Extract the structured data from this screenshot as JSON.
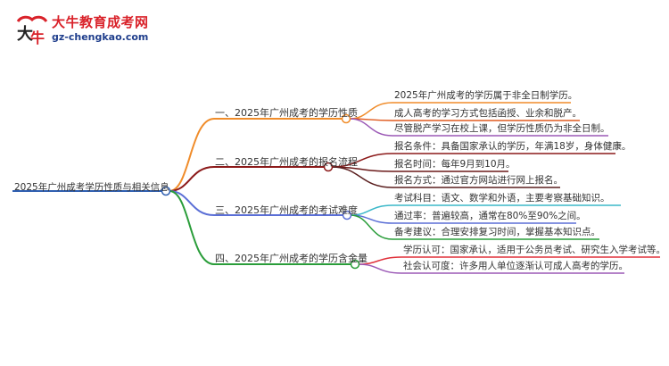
{
  "logo": {
    "name": "大牛教育成考网",
    "url": "gz-chengkao.com"
  },
  "mindmap": {
    "root": "2025年广州成考学历性质与相关信息",
    "branches": [
      {
        "label": "一、2025年广州成考的学历性质",
        "color": "#f08c2a",
        "leaves": [
          {
            "text": "2025年广州成考的学历属于非全日制学历。",
            "color": "#f08c2a"
          },
          {
            "text": "成人高考的学习方式包括函授、业余和脱产。",
            "color": "#e05a1e"
          },
          {
            "text": "尽管脱产学习在校上课，但学历性质仍为非全日制。",
            "color": "#9b59b6"
          }
        ]
      },
      {
        "label": "二、2025年广州成考的报名流程",
        "color": "#8c1a1a",
        "leaves": [
          {
            "text": "报名条件：具备国家承认的学历，年满18岁，身体健康。",
            "color": "#8c1a1a"
          },
          {
            "text": "报名时间：每年9月到10月。",
            "color": "#6b1a1a"
          },
          {
            "text": "报名方式：通过官方网站进行网上报名。",
            "color": "#5a1e1e"
          }
        ]
      },
      {
        "label": "三、2025年广州成考的考试难度",
        "color": "#5b6fd6",
        "leaves": [
          {
            "text": "考试科目：语文、数学和外语，主要考察基础知识。",
            "color": "#3bb8c9"
          },
          {
            "text": "通过率：普遍较高，通常在80%至90%之间。",
            "color": "#5b6fd6"
          },
          {
            "text": "备考建议：合理安排复习时间，掌握基本知识点。",
            "color": "#2a9d3a"
          }
        ]
      },
      {
        "label": "四、2025年广州成考的学历含金量",
        "color": "#2a9d3a",
        "leaves": [
          {
            "text": "学历认可：国家承认，适用于公务员考试、研究生入学考试等。",
            "color": "#e0303a"
          },
          {
            "text": "社会认可度：许多用人单位逐渐认可成人高考的学历。",
            "color": "#9b59b6"
          }
        ]
      }
    ],
    "root_color": "#2f5fb0"
  }
}
